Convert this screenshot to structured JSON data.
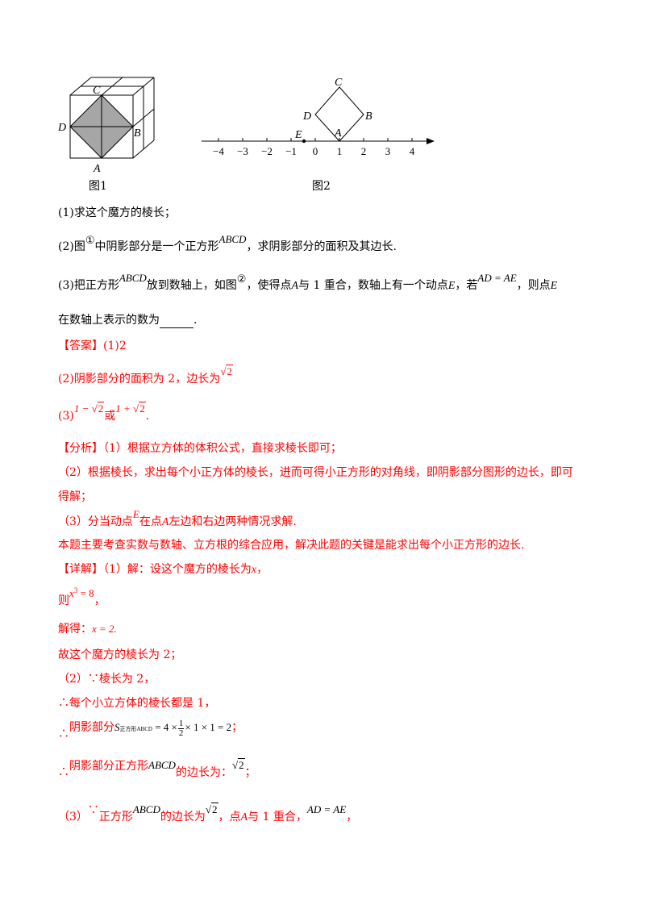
{
  "figures": {
    "fig1": {
      "caption": "图1",
      "labels": {
        "C": "C",
        "D": "D",
        "B": "B",
        "A": "A"
      },
      "shade_color": "#a6a6a6"
    },
    "fig2": {
      "caption": "图2",
      "labels": {
        "C": "C",
        "D": "D",
        "B": "B",
        "A": "A",
        "E": "E"
      },
      "ticks": [
        "−4",
        "−3",
        "−2",
        "−1",
        "0",
        "1",
        "2",
        "3",
        "4"
      ]
    }
  },
  "question": {
    "q1": "(1)求这个魔方的棱长；",
    "q2_a": "(2)图",
    "q2_circle": "①",
    "q2_b": "中阴影部分是一个正方形",
    "q2_math": "ABCD",
    "q2_c": "，求阴影部分的面积及其边长.",
    "q3_a": "(3)把正方形",
    "q3_math1": "ABCD",
    "q3_b": "放到数轴上，如图",
    "q3_circle": "②",
    "q3_c": "，使得点",
    "q3_A": "A",
    "q3_d": "与 1 重合，数轴上有一个动点",
    "q3_E": "E",
    "q3_e": "，若",
    "q3_math2": "AD = AE",
    "q3_f": "，则点",
    "q3_E2": "E",
    "q3_g": "在数轴上表示的数为",
    "q3_end": "."
  },
  "answer": {
    "label": "【答案】(1)2",
    "a2_text": "(2)阴影部分的面积为 2，边长为",
    "a2_radicand": "2",
    "a3_prefix": "(3)",
    "a3_v1_pre": "1 −",
    "a3_v1_rad": "2",
    "a3_or": "或",
    "a3_v2_pre": "1 +",
    "a3_v2_rad": "2",
    "a3_end": "."
  },
  "analysis": {
    "l1": "【分析】（1）根据立方体的体积公式，直接求棱长即可；",
    "l2": "（2）根据棱长，求出每个小正方体的棱长，进而可得小正方形的对角线，即阴影部分图形的边长，即可",
    "l3": "得解；",
    "l4_a": "（3）分当动点",
    "l4_E": "E",
    "l4_b": "在点",
    "l4_A": "A",
    "l4_c": "左边和右边两种情况求解.",
    "l5": "本题主要考查实数与数轴、立方根的综合应用，解决此题的关键是能求出每个小正方形的边长."
  },
  "detail": {
    "d1": "【详解】（1）解：设这个魔方的棱长为",
    "d1_x": "x",
    "d1_end": "，",
    "d2_a": "则",
    "d2_math_base": "x",
    "d2_math_exp": "3",
    "d2_math_rest": " = 8",
    "d2_end": "，",
    "d3_a": "解得：",
    "d3_math": "x = 2.",
    "d4": "故这个魔方的棱长为 2；",
    "d5": "（2）∵棱长为 2，",
    "d6": "∴每个小立方体的棱长都是 1，",
    "d7_a": "∴",
    "d7_b": "阴影部分",
    "d7_S": "S",
    "d7_sub": "正方形ABCD",
    "d7_eq": " = 4 ×",
    "d7_num": "1",
    "d7_den": "2",
    "d7_rest": "× 1 × 1 = 2",
    "d7_end": "；",
    "d8_a": "∴",
    "d8_b": "阴影部分正方形",
    "d8_math": "ABCD",
    "d8_c": "的边长为：",
    "d8_rad": "2",
    "d8_end": "；",
    "d9_a": "（3）",
    "d9_because": "∵",
    "d9_b": "正方形",
    "d9_math": "ABCD",
    "d9_c": "的边长为",
    "d9_rad": "2",
    "d9_d": "，点",
    "d9_A": "A",
    "d9_e": "与 1 重合，",
    "d9_math2": "AD = AE",
    "d9_end": "，"
  }
}
